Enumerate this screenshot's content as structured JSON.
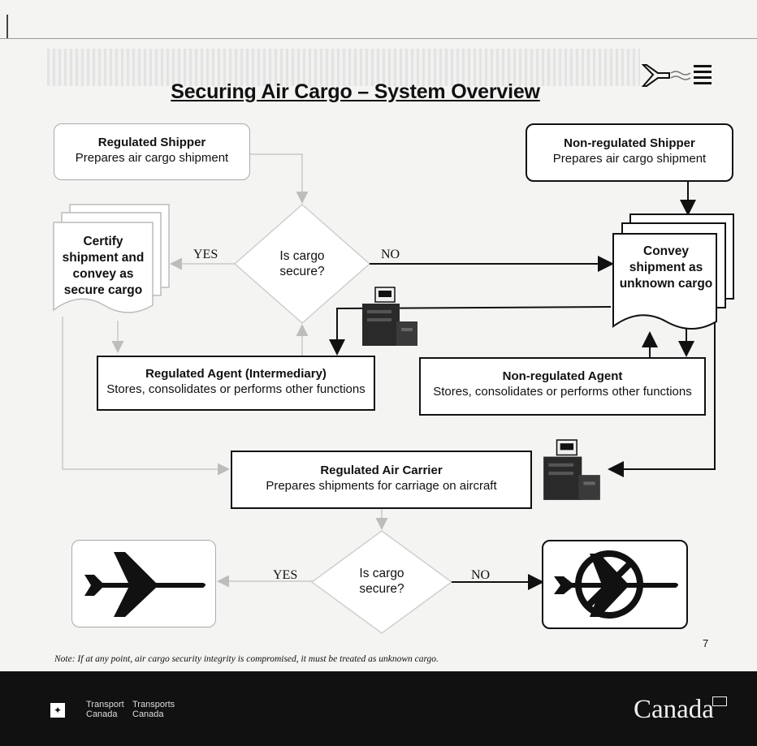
{
  "title": "Securing Air Cargo – System Overview",
  "regulated_shipper": {
    "title": "Regulated Shipper",
    "subtitle": "Prepares air cargo shipment"
  },
  "non_regulated_shipper": {
    "title": "Non-regulated Shipper",
    "subtitle": "Prepares air cargo shipment"
  },
  "certify": {
    "text": "Certify shipment and convey as secure cargo"
  },
  "convey": {
    "text": "Convey shipment as unknown cargo"
  },
  "decision_top": {
    "question": "Is cargo secure?",
    "yes": "YES",
    "no": "NO"
  },
  "regulated_agent": {
    "title": "Regulated Agent (Intermediary)",
    "subtitle": "Stores, consolidates or performs other functions"
  },
  "non_regulated_agent": {
    "title": "Non-regulated Agent",
    "subtitle": "Stores, consolidates or performs other functions"
  },
  "air_carrier": {
    "title": "Regulated Air Carrier",
    "subtitle": "Prepares shipments for carriage on aircraft"
  },
  "decision_bottom": {
    "question": "Is cargo secure?",
    "yes": "YES",
    "no": "NO"
  },
  "note": "Note:  If at any point, air cargo security integrity is compromised, it must be treated as unknown cargo.",
  "page_number": "7",
  "footer": {
    "dept_en": "Transport\nCanada",
    "dept_fr": "Transports\nCanada",
    "wordmark": "Canada"
  },
  "icons": [
    "airplane-logo-icon",
    "xray-screening-machine-icon",
    "airplane-icon",
    "airplane-prohibited-icon",
    "canada-flag-icon"
  ]
}
